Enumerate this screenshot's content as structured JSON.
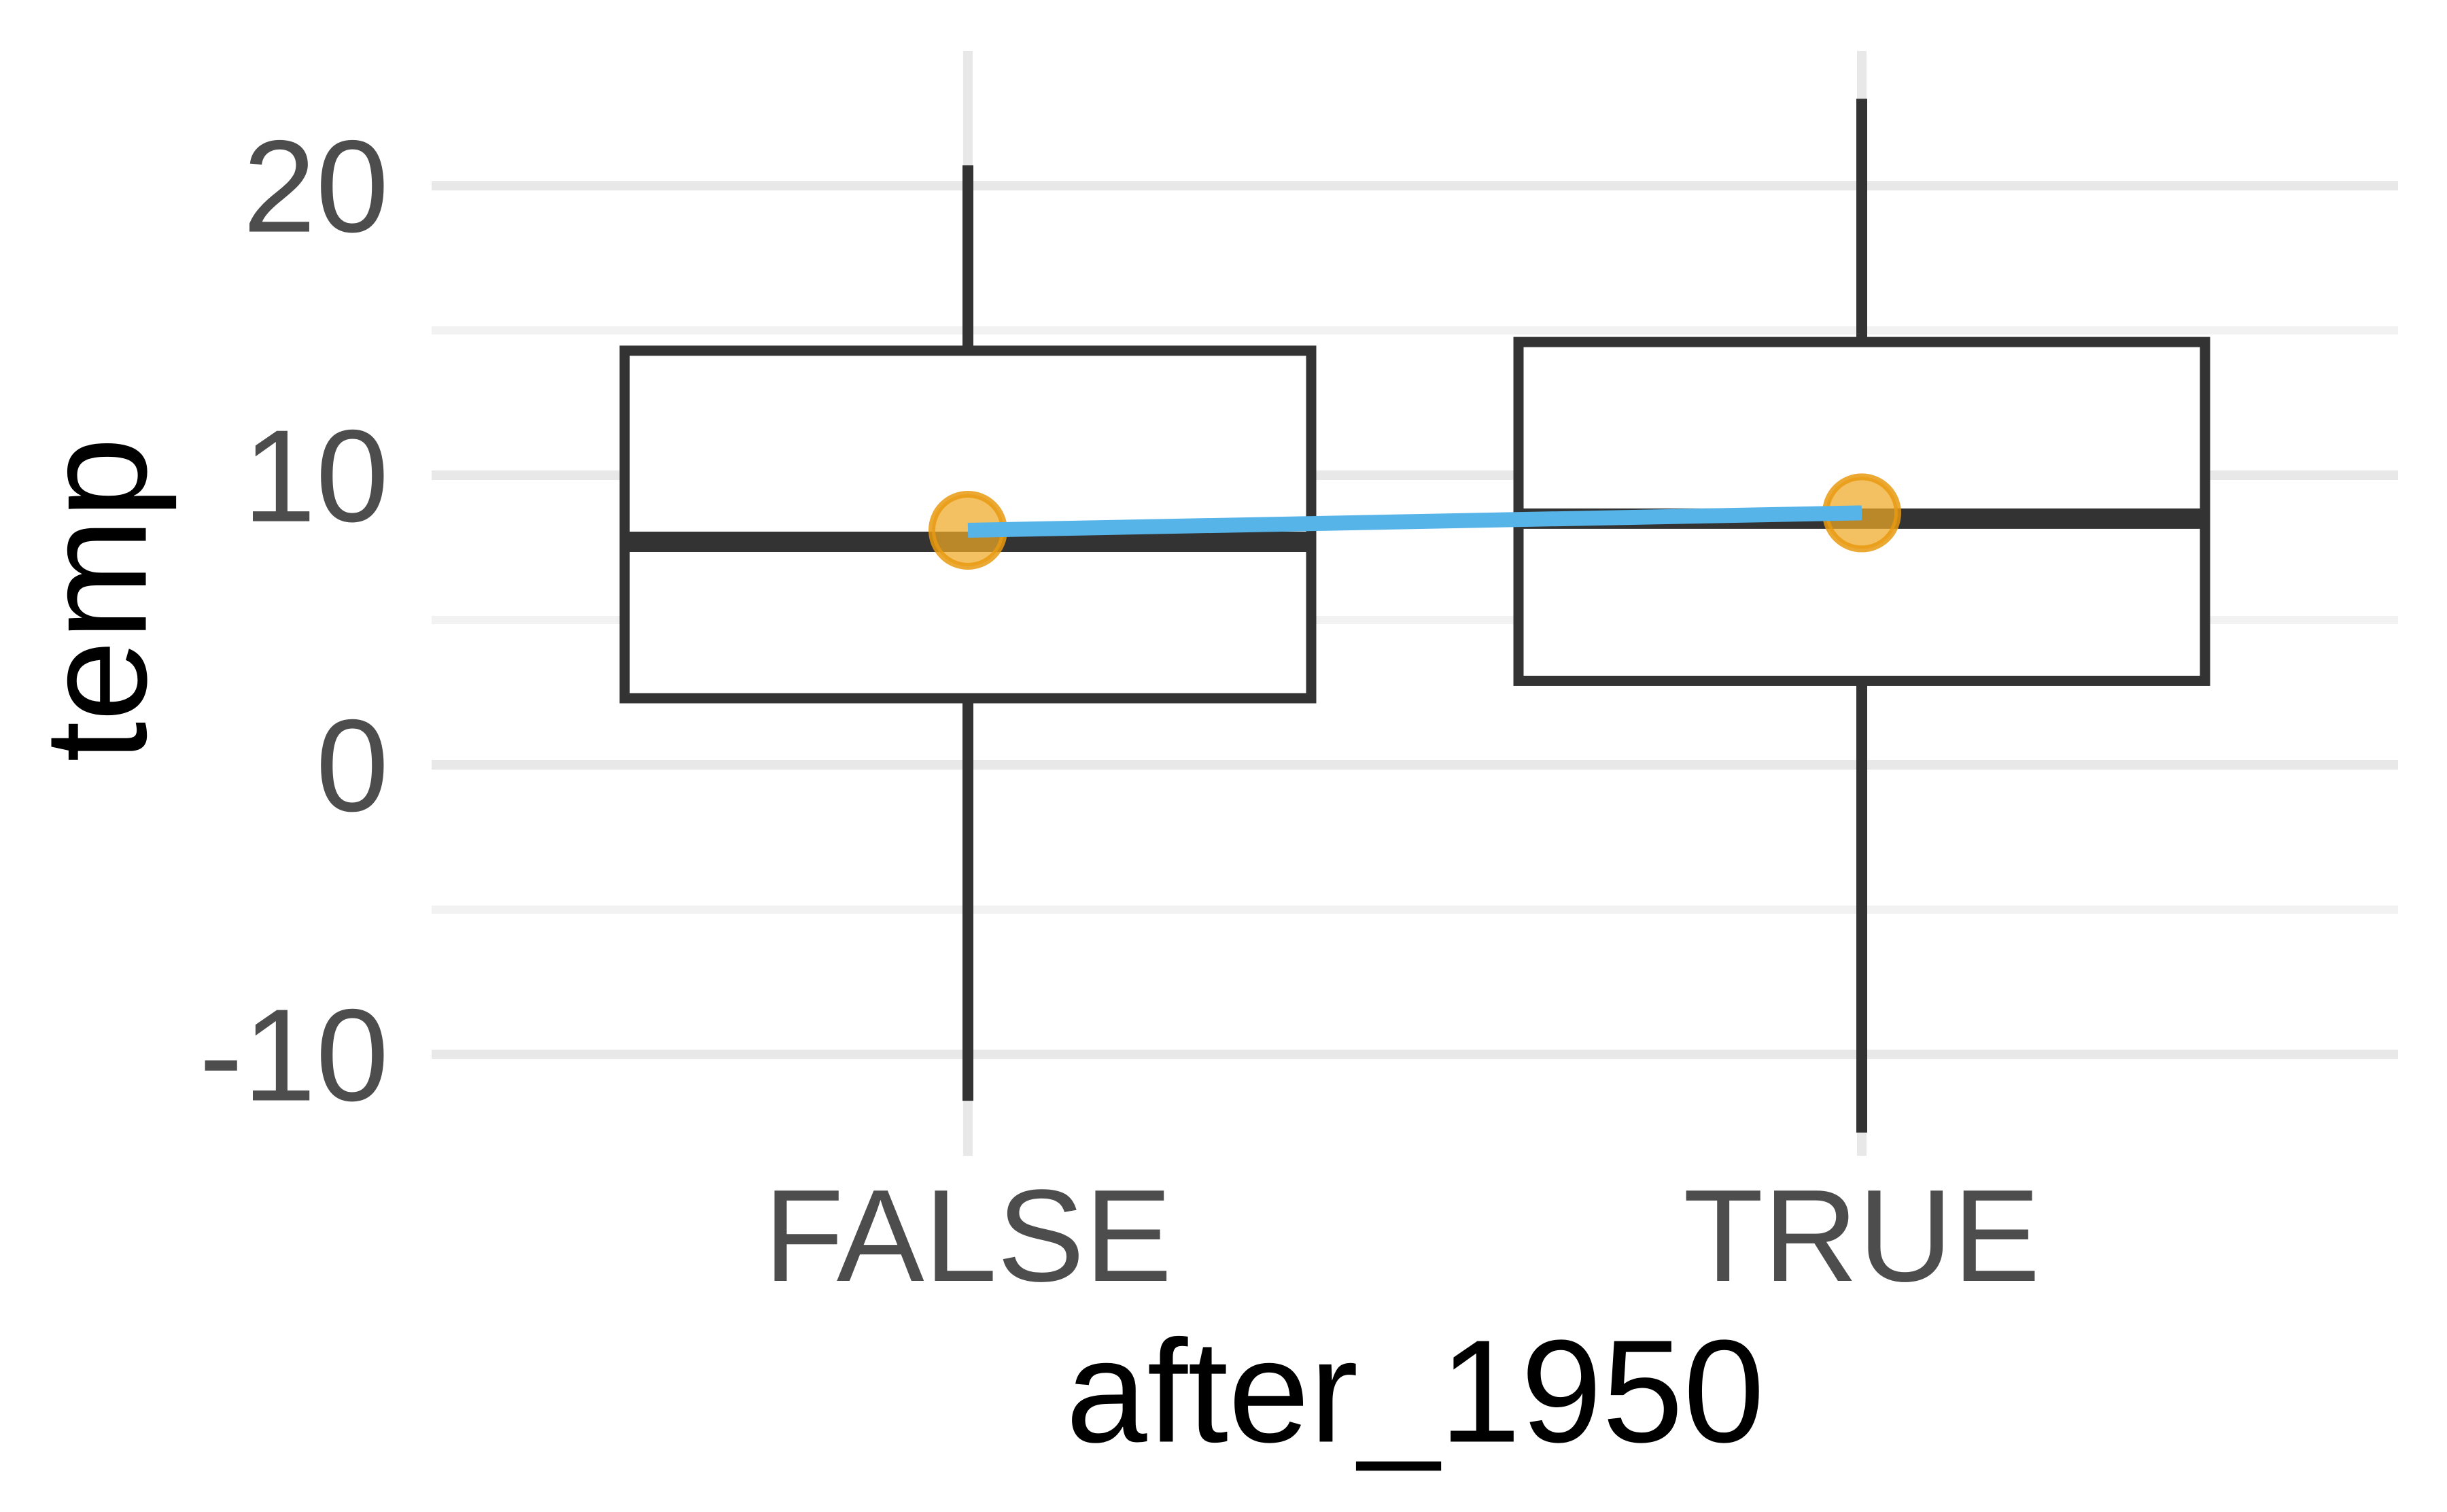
{
  "chart_data": {
    "type": "boxplot",
    "title": "",
    "xlabel": "after_1950",
    "ylabel": "temp",
    "categories": [
      "FALSE",
      "TRUE"
    ],
    "ylim": [
      -13.5,
      24.65
    ],
    "y_major_ticks": [
      20,
      10,
      0,
      -10
    ],
    "y_minor_ticks": [
      15,
      5,
      -5
    ],
    "grid": "major+minor, horizontal major/minor lines and one vertical line per category",
    "legend_position": "none",
    "boxes": [
      {
        "category": "FALSE",
        "whisker_low": -11.6,
        "q1": 2.3,
        "median": 7.7,
        "q3": 14.3,
        "whisker_high": 20.7,
        "mean": 8.1
      },
      {
        "category": "TRUE",
        "whisker_low": -12.7,
        "q1": 2.9,
        "median": 8.5,
        "q3": 14.6,
        "whisker_high": 23.0,
        "mean": 8.7
      }
    ],
    "mean_connector": {
      "description": "line joining group means",
      "values": [
        8.1,
        8.7
      ]
    },
    "colors": {
      "background": "#FFFFFF",
      "box_stroke": "#333333",
      "box_fill": "#FFFFFF",
      "grid_major": "#E8E8E8",
      "grid_minor": "#F2F2F2",
      "mean_line": "#56B4E9",
      "mean_point_fill": "#EEA825",
      "mean_point_stroke": "#E79A10",
      "axis_text": "#4D4D4D",
      "axis_title": "#000000"
    }
  }
}
